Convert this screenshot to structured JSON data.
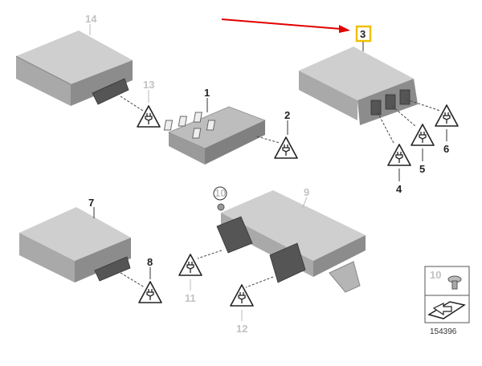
{
  "callouts": {
    "c1": "1",
    "c2": "2",
    "c3": "3",
    "c4": "4",
    "c5": "5",
    "c6": "6",
    "c7": "7",
    "c8": "8",
    "c9": "9",
    "c10": "10",
    "c11": "11",
    "c12": "12",
    "c13": "13",
    "c14": "14"
  },
  "legend": {
    "part_number": "10",
    "diagram_id": "154396"
  },
  "colors": {
    "highlight": "#f0c000",
    "arrow": "#e00000"
  },
  "icons": [
    "plug-warning-icon",
    "screw-icon",
    "mounting-surface-icon"
  ]
}
